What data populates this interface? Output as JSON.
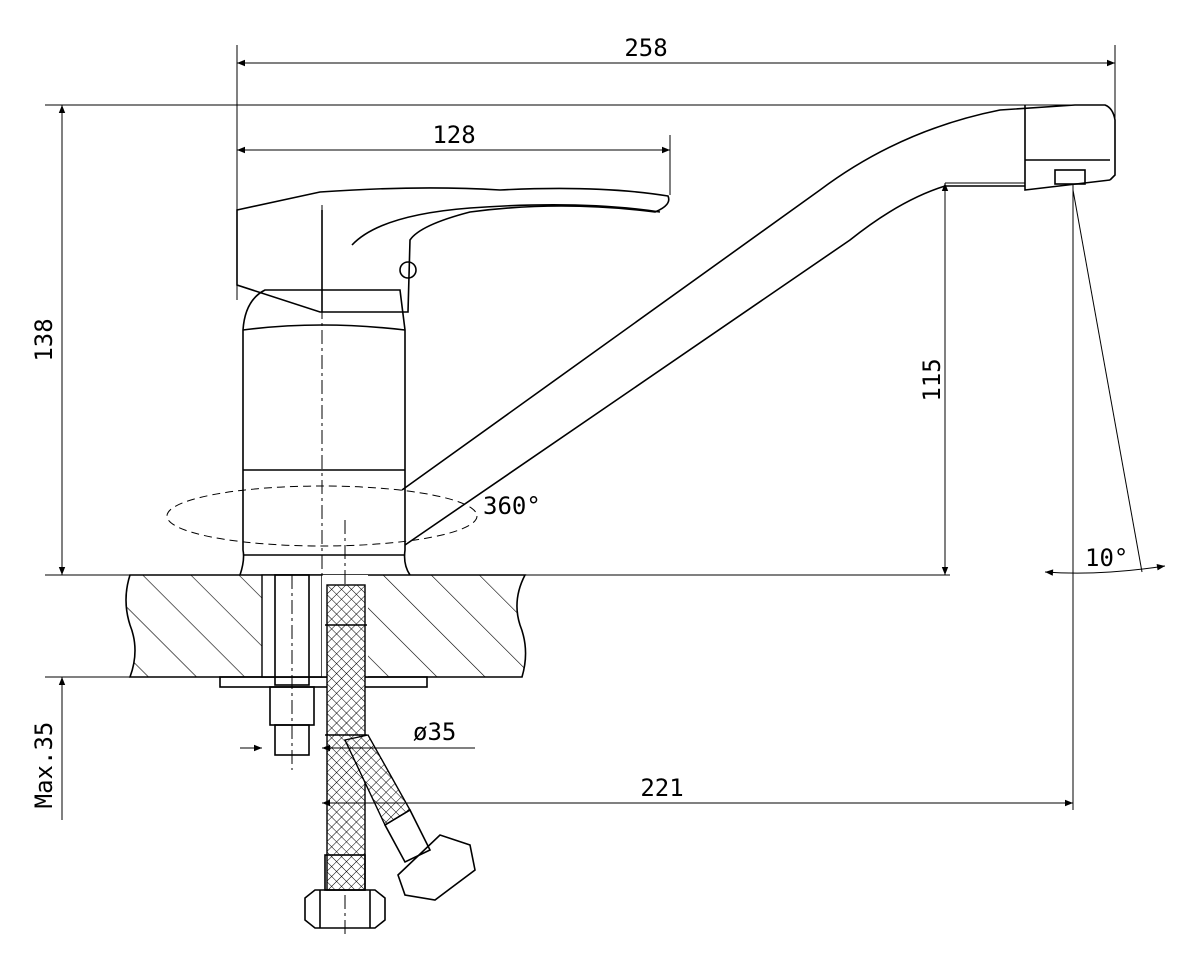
{
  "drawing": {
    "dimensions": {
      "overall_length": "258",
      "lever_length": "128",
      "overall_height": "138",
      "spout_height": "115",
      "rotation": "360°",
      "spout_angle": "10°",
      "hole_diameter": "ø35",
      "spout_reach": "221",
      "max_counter_thickness": "Max.35"
    }
  }
}
